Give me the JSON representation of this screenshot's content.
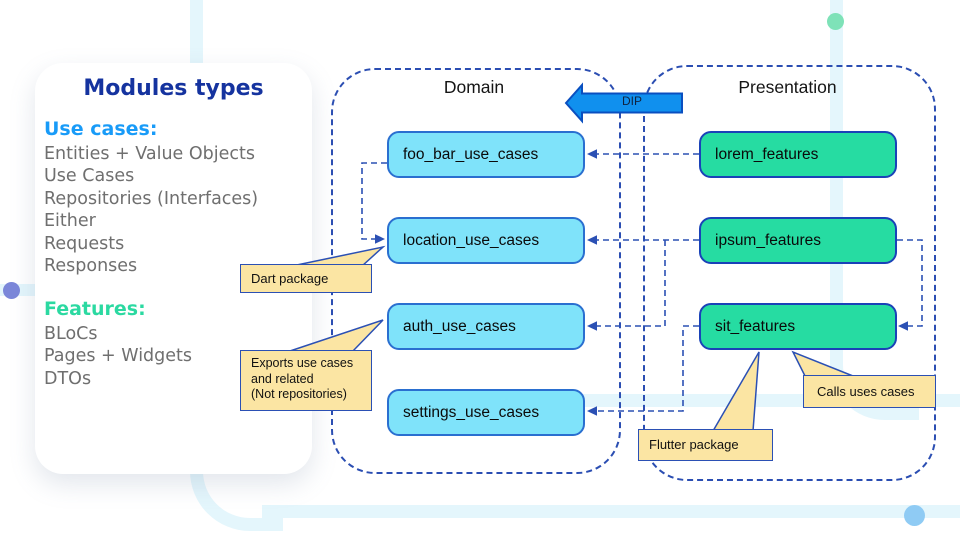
{
  "card": {
    "title": "Modules types",
    "sections": [
      {
        "header": "Use cases:",
        "items": [
          "Entities + Value Objects",
          "Use Cases",
          "Repositories (Interfaces)",
          "Either",
          "Requests",
          "Responses"
        ]
      },
      {
        "header": "Features:",
        "items": [
          "BLoCs",
          "Pages + Widgets",
          "DTOs"
        ]
      }
    ]
  },
  "diagram": {
    "dip": {
      "label": "DIP"
    },
    "domain": {
      "label": "Domain",
      "boxes": [
        "foo_bar_use_cases",
        "location_use_cases",
        "auth_use_cases",
        "settings_use_cases"
      ]
    },
    "presentation": {
      "label": "Presentation",
      "boxes": [
        "lorem_features",
        "ipsum_features",
        "sit_features"
      ]
    },
    "callouts": {
      "dart": "Dart package",
      "exports": "Exports use cases\nand related\n(Not repositories)",
      "flutter": "Flutter package",
      "calls": "Calls uses cases"
    }
  },
  "colors": {
    "card_title": "#15339F",
    "use_cases_header": "#189BF8",
    "features_header": "#2BD9A1",
    "card_body_text": "#6F6F6F",
    "use_case_box_fill": "#7FE3FA",
    "use_case_box_border": "#2A6FD0",
    "feature_box_fill": "#26DCA2",
    "feature_box_border": "#1A42B8",
    "container_border": "#2B4EB2",
    "connector": "#2B50B4",
    "callout_fill": "#FBE5A3",
    "callout_border": "#2B50B4",
    "dip_fill": "#1090EE",
    "dip_border": "#0A4FC0",
    "decoration": "#E4F6FC",
    "dot_green": "#7EE2B8",
    "dot_purple": "#7B87D9",
    "dot_blue": "#8FCBF4"
  }
}
